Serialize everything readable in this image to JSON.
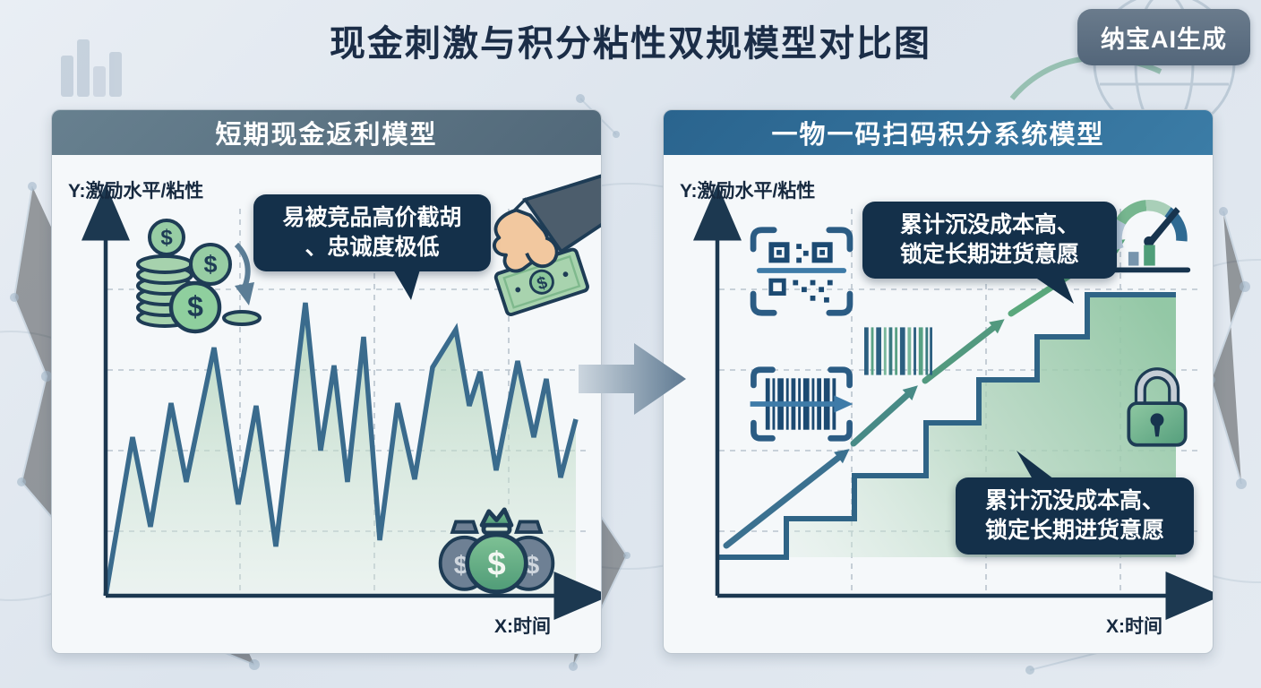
{
  "page": {
    "title": "现金刺激与积分粘性双规模型对比图",
    "badge_label": "纳宝AI生成"
  },
  "left_panel": {
    "header": "短期现金返利模型",
    "y_axis_label": "Y:激励水平/粘性",
    "x_axis_label": "X:时间",
    "callout": {
      "line1": "易被竞品高价截胡",
      "line2": "、忠诚度极低"
    },
    "icons": [
      "falling-coins-icon",
      "hand-giving-cash-icon",
      "money-bags-icon"
    ]
  },
  "right_panel": {
    "header": "一物一码扫码积分系统模型",
    "y_axis_label": "Y:激励水平/粘性",
    "x_axis_label": "X:时间",
    "callout_top": {
      "line1": "累计沉没成本高、",
      "line2": "锁定长期进货意愿"
    },
    "callout_bottom": {
      "line1": "累计沉没成本高、",
      "line2": "锁定长期进货意愿"
    },
    "icons": [
      "qr-scan-icon",
      "barcode-scan-icon",
      "vertical-barcode-icon",
      "gauge-icon",
      "lock-icon"
    ]
  },
  "divider": {
    "arrow_direction": "right"
  },
  "chart_data": [
    {
      "type": "line",
      "panel": "短期现金返利模型",
      "xlabel": "X:时间",
      "ylabel": "Y:激励水平/粘性",
      "shape": "high-volatility zigzag with no sustained growth",
      "baseline": 492,
      "points": [
        [
          60,
          492
        ],
        [
          90,
          315
        ],
        [
          110,
          415
        ],
        [
          133,
          277
        ],
        [
          150,
          365
        ],
        [
          181,
          215
        ],
        [
          208,
          390
        ],
        [
          228,
          280
        ],
        [
          250,
          437
        ],
        [
          283,
          165
        ],
        [
          300,
          330
        ],
        [
          315,
          235
        ],
        [
          330,
          365
        ],
        [
          348,
          203
        ],
        [
          366,
          430
        ],
        [
          386,
          277
        ],
        [
          405,
          362
        ],
        [
          425,
          237
        ],
        [
          451,
          195
        ],
        [
          466,
          280
        ],
        [
          478,
          242
        ],
        [
          496,
          352
        ],
        [
          520,
          230
        ],
        [
          538,
          315
        ],
        [
          552,
          250
        ],
        [
          568,
          360
        ],
        [
          585,
          295
        ]
      ]
    },
    {
      "type": "step",
      "panel": "一物一码扫码积分系统模型",
      "xlabel": "X:时间",
      "ylabel": "Y:激励水平/粘性",
      "shape": "monotonically ascending staircase (cumulative points)",
      "baseline": 449,
      "points": [
        [
          62,
          449
        ],
        [
          137,
          449
        ],
        [
          137,
          406
        ],
        [
          213,
          406
        ],
        [
          213,
          358
        ],
        [
          293,
          358
        ],
        [
          293,
          299
        ],
        [
          352,
          299
        ],
        [
          352,
          251
        ],
        [
          417,
          251
        ],
        [
          417,
          203
        ],
        [
          473,
          203
        ],
        [
          473,
          156
        ],
        [
          572,
          156
        ]
      ],
      "arrow_segments": [
        {
          "from": [
            70,
            436
          ],
          "to": [
            195,
            338
          ],
          "color": "#3b7190"
        },
        {
          "from": [
            212,
            322
          ],
          "to": [
            272,
            268
          ],
          "color": "#478a86"
        },
        {
          "from": [
            292,
            252
          ],
          "to": [
            368,
            193
          ],
          "color": "#52997f"
        },
        {
          "from": [
            388,
            177
          ],
          "to": [
            502,
            103
          ],
          "color": "#5aa87c"
        }
      ]
    }
  ],
  "colors": {
    "title_text": "#1b2d47",
    "badge_bg": "#5e7082",
    "left_header_bg": "#5d7587",
    "right_header_bg": "#2d6d96",
    "callout_bg": "#14304a",
    "volatile_line": "#3a6b8d",
    "stair_line": "#2f6486",
    "stair_fill_green": "#8ec5a1",
    "area_fill_green": "#bcd9c4",
    "axis": "#1c3850"
  }
}
